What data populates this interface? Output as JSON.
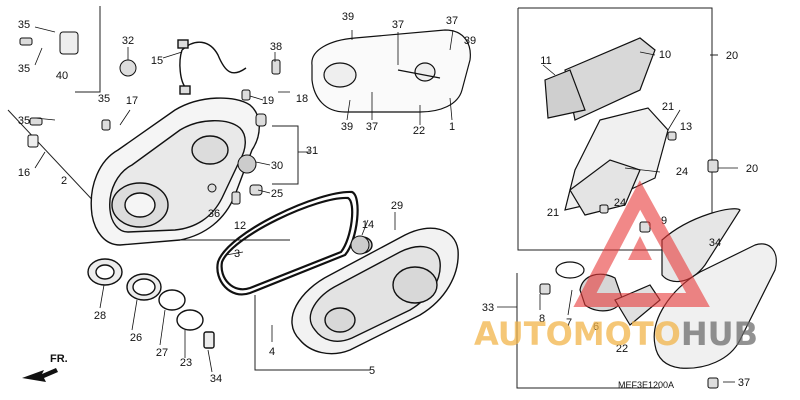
{
  "diagram": {
    "callouts": [
      "35",
      "35",
      "40",
      "32",
      "15",
      "38",
      "37",
      "39",
      "37",
      "39",
      "19",
      "18",
      "35",
      "17",
      "35",
      "16",
      "2",
      "31",
      "30",
      "25",
      "36",
      "12",
      "11",
      "10",
      "20",
      "21",
      "13",
      "24",
      "20",
      "21",
      "24",
      "9",
      "34",
      "29",
      "14",
      "3",
      "28",
      "26",
      "27",
      "23",
      "34",
      "4",
      "5",
      "33",
      "8",
      "7",
      "6",
      "22",
      "37",
      "39",
      "37",
      "22",
      "1"
    ],
    "drawing_code": "MEF3E1200A",
    "direction_label": "FR.",
    "watermark": {
      "prefix": "AUTOMOTO",
      "suffix": "HUB",
      "color_orange": "#f2b44a",
      "color_gray": "#6d6d6d",
      "triangle_color": "#e83a3a"
    }
  }
}
